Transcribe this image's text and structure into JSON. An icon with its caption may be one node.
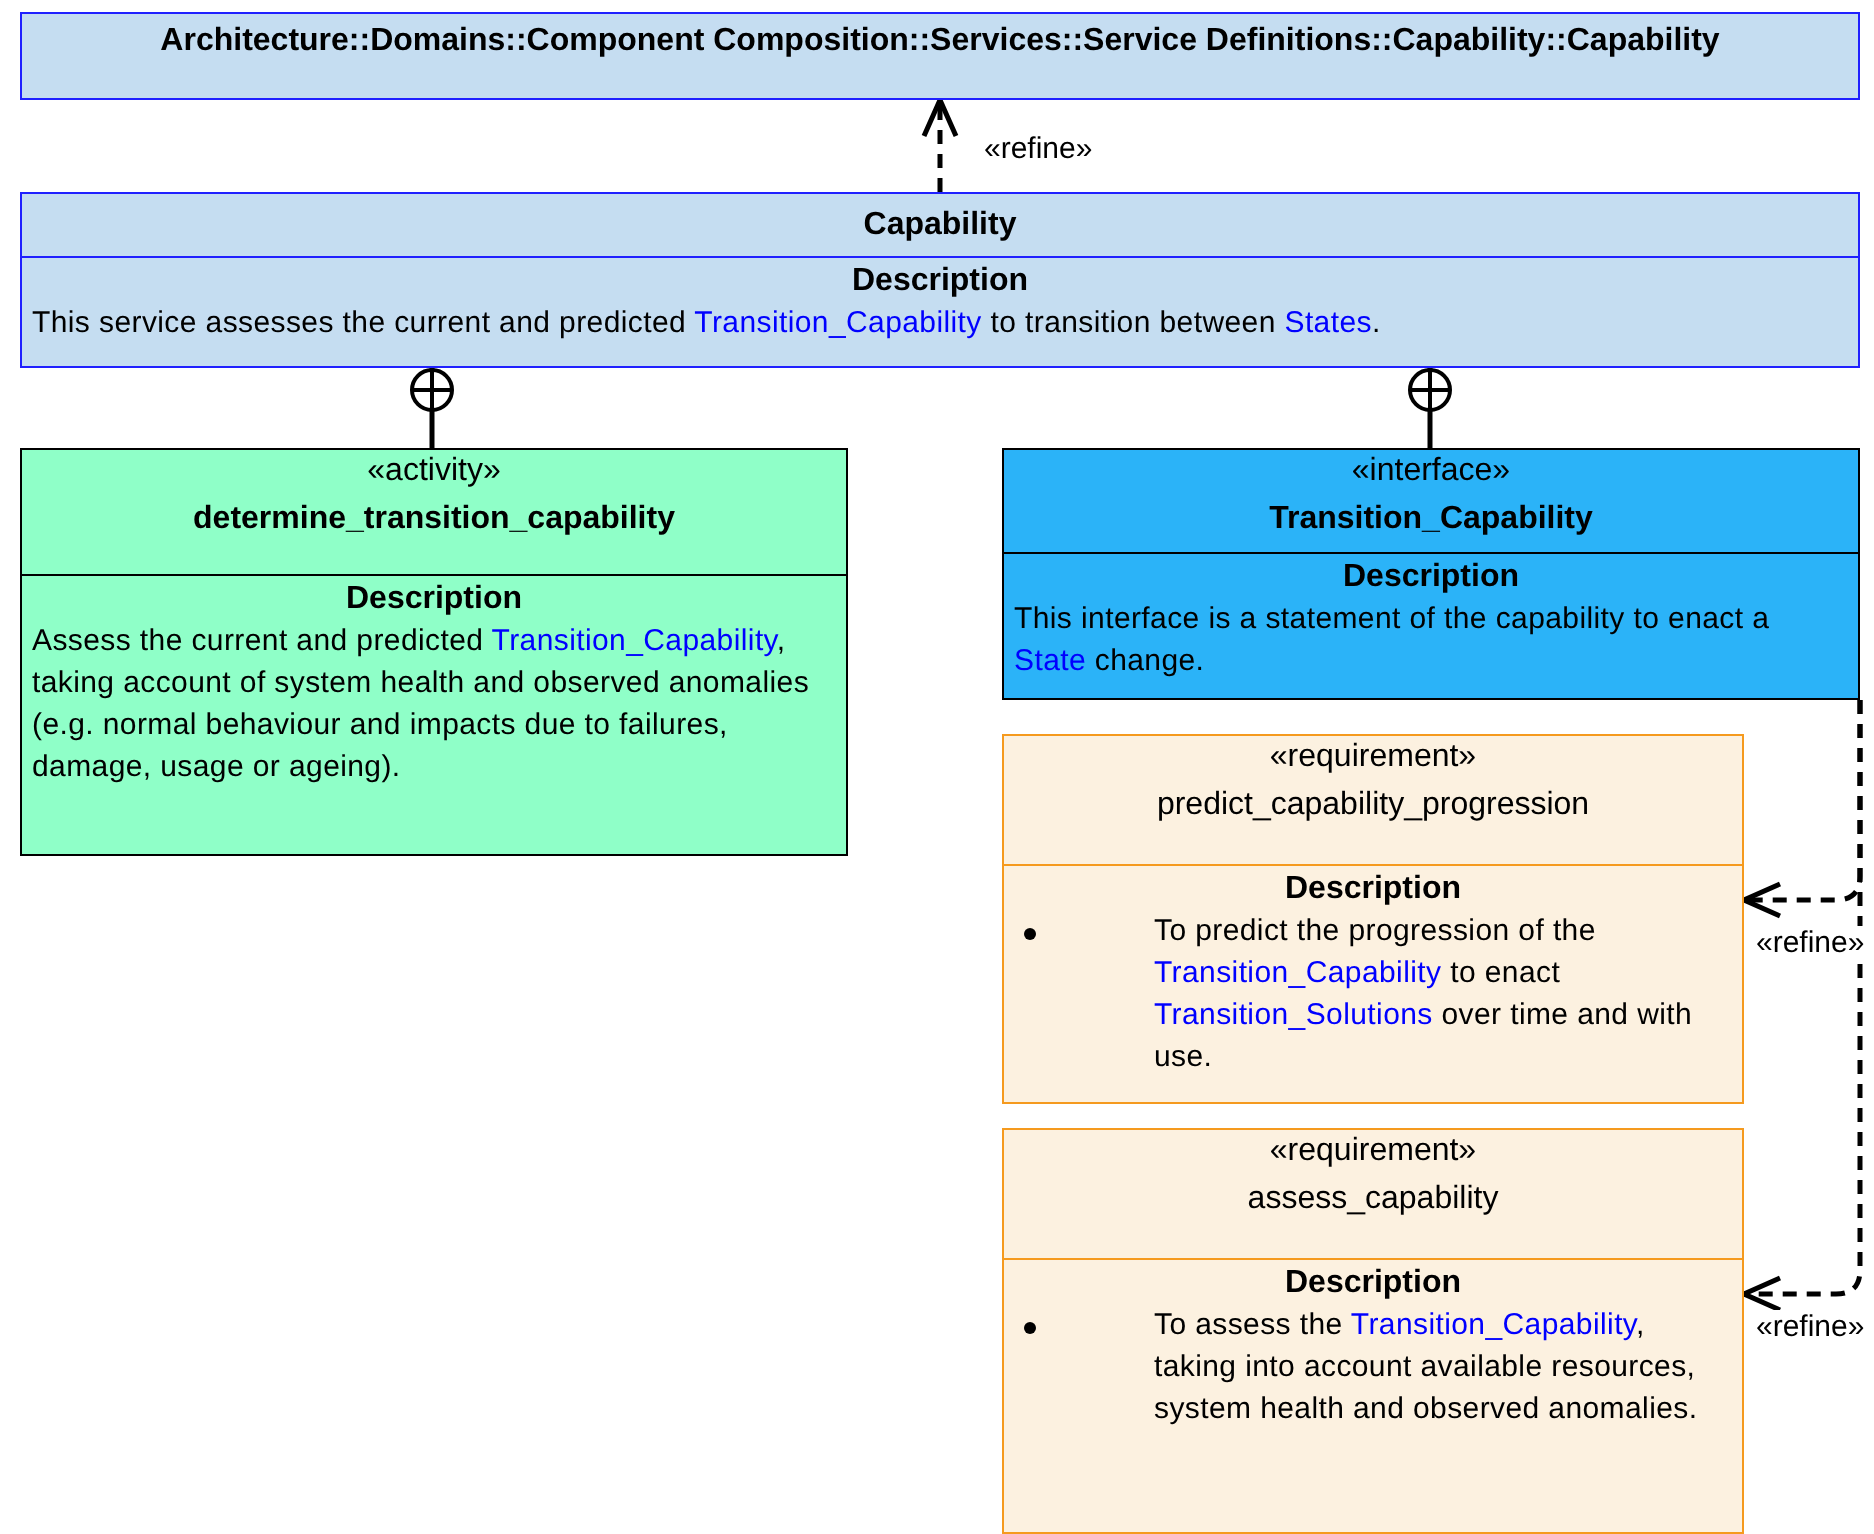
{
  "diagram": {
    "nodes": [
      {
        "text": [
          "Architecture::Domains::Component Composition::Services::Service Definitions::Capability::Capability"
        ]
      },
      {
        "text": [
          "Capability",
          "Description",
          "This service assesses the current and predicted *Transition_Capability* to transition between *States*."
        ]
      },
      {
        "text": [
          "«activity»",
          "determine_transition_capability",
          "Description",
          "Assess the current and predicted *Transition_Capability*, taking account of system health and observed anomalies (e.g. normal behaviour and impacts due to failures, damage, usage or ageing)."
        ]
      },
      {
        "text": [
          "«interface»",
          "Transition_Capability",
          "Description",
          "This interface is a statement of the capability to enact a *State* change."
        ]
      },
      {
        "text": [
          "«requirement»",
          "predict_capability_progression",
          "Description",
          "To predict the progression of the *Transition_Capability* to enact *Transition_Solutions* over time and with use."
        ]
      },
      {
        "text": [
          "«requirement»",
          "assess_capability",
          "Description",
          "To assess the *Transition_Capability*, taking into account available resources, system health and observed anomalies."
        ]
      }
    ],
    "edges": [
      {
        "from": 1,
        "to": 0,
        "arrow": "to",
        "style": "dashed",
        "label": "«refine»"
      },
      {
        "from": 1,
        "to": 2,
        "arrow": "other"
      },
      {
        "from": 1,
        "to": 3,
        "arrow": "other"
      },
      {
        "from": 3,
        "to": 4,
        "arrow": "to",
        "style": "dashed",
        "label": "«refine»"
      },
      {
        "from": 3,
        "to": 5,
        "arrow": "to",
        "style": "dashed",
        "label": "«refine»"
      }
    ]
  }
}
